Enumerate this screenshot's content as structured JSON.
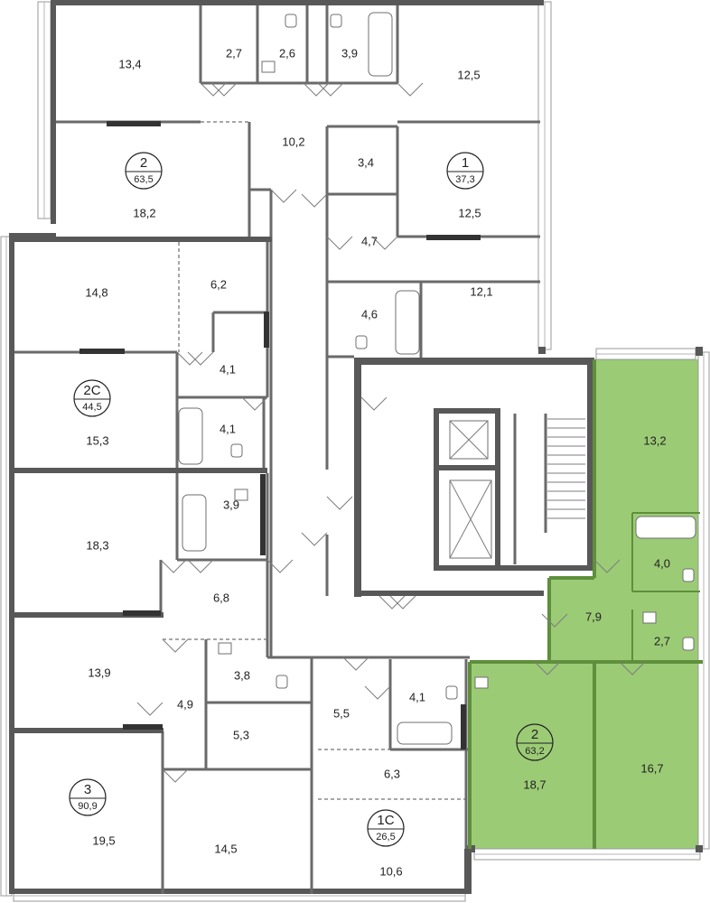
{
  "highlight_color": "#9ccb76",
  "highlight_wall_color": "#5f8f3c",
  "rooms": [
    {
      "id": "r1",
      "label": "13,4"
    },
    {
      "id": "r2",
      "label": "2,7"
    },
    {
      "id": "r3",
      "label": "2,6"
    },
    {
      "id": "r4",
      "label": "3,9"
    },
    {
      "id": "r5",
      "label": "12,5"
    },
    {
      "id": "r6",
      "label": "10,2"
    },
    {
      "id": "r7",
      "label": "18,2"
    },
    {
      "id": "r8",
      "label": "3,4"
    },
    {
      "id": "r9",
      "label": "12,5"
    },
    {
      "id": "r10",
      "label": "4,7"
    },
    {
      "id": "r11",
      "label": "14,8"
    },
    {
      "id": "r12",
      "label": "6,2"
    },
    {
      "id": "r13",
      "label": "4,6"
    },
    {
      "id": "r14",
      "label": "12,1"
    },
    {
      "id": "r15",
      "label": "4,1"
    },
    {
      "id": "r16",
      "label": "15,3"
    },
    {
      "id": "r17",
      "label": "4,1"
    },
    {
      "id": "r18",
      "label": "13,2"
    },
    {
      "id": "r19",
      "label": "18,3"
    },
    {
      "id": "r20",
      "label": "3,9"
    },
    {
      "id": "r21",
      "label": "4,0"
    },
    {
      "id": "r22",
      "label": "6,8"
    },
    {
      "id": "r23",
      "label": "7,9"
    },
    {
      "id": "r24",
      "label": "2,7"
    },
    {
      "id": "r25",
      "label": "13,9"
    },
    {
      "id": "r26",
      "label": "3,8"
    },
    {
      "id": "r27",
      "label": "4,9"
    },
    {
      "id": "r28",
      "label": "5,5"
    },
    {
      "id": "r29",
      "label": "4,1"
    },
    {
      "id": "r30",
      "label": "5,3"
    },
    {
      "id": "r31",
      "label": "16,7"
    },
    {
      "id": "r32",
      "label": "6,3"
    },
    {
      "id": "r33",
      "label": "18,7"
    },
    {
      "id": "r34",
      "label": "19,5"
    },
    {
      "id": "r35",
      "label": "14,5"
    },
    {
      "id": "r36",
      "label": "10,6"
    }
  ],
  "apartments": [
    {
      "id": "a1",
      "rooms_count": "2",
      "area": "63,5",
      "highlighted": false
    },
    {
      "id": "a2",
      "rooms_count": "1",
      "area": "37,3",
      "highlighted": false
    },
    {
      "id": "a3",
      "rooms_count": "2С",
      "area": "44,5",
      "highlighted": false
    },
    {
      "id": "a4",
      "rooms_count": "2",
      "area": "63,2",
      "highlighted": true
    },
    {
      "id": "a5",
      "rooms_count": "3",
      "area": "90,9",
      "highlighted": false
    },
    {
      "id": "a6",
      "rooms_count": "1С",
      "area": "26,5",
      "highlighted": false
    }
  ]
}
